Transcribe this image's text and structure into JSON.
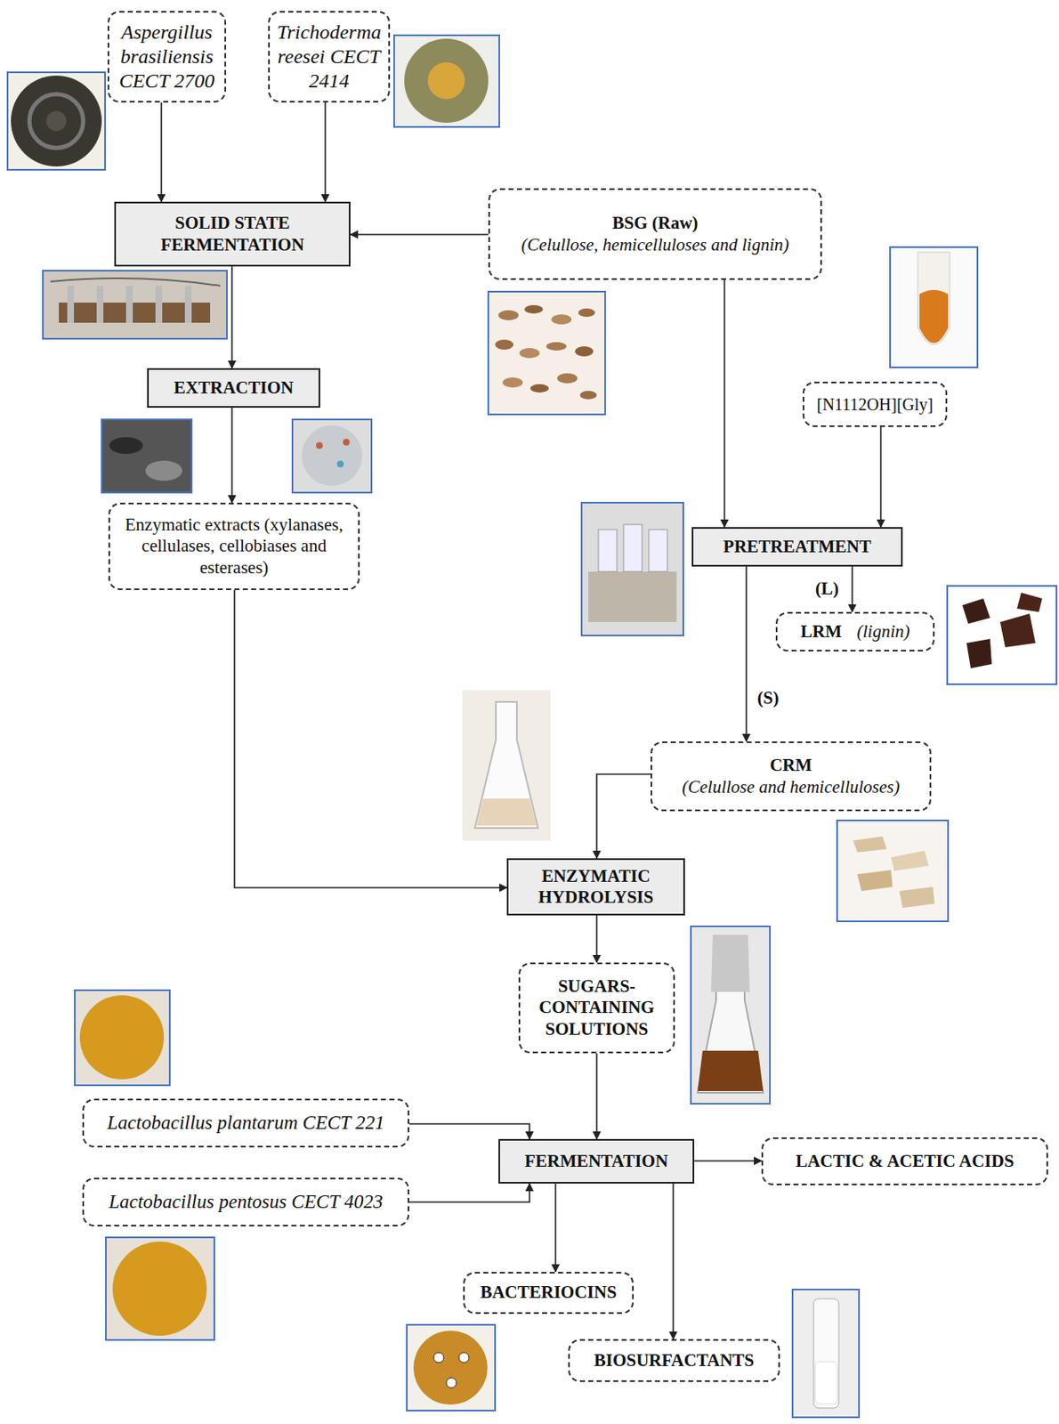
{
  "diagram": {
    "nodes": [
      {
        "text": [
          "Aspergillus brasiliensis CECT 2700"
        ]
      },
      {
        "text": [
          "Trichoderma reesei CECT 2414"
        ]
      },
      {
        "text": [
          "SOLID STATE FERMENTATION"
        ]
      },
      {
        "text": [
          "BSG (Raw)",
          "(Celullose, hemicelluloses and lignin)"
        ]
      },
      {
        "text": [
          "EXTRACTION"
        ]
      },
      {
        "text": [
          "[N1112OH][Gly]"
        ]
      },
      {
        "text": [
          "Enzymatic extracts (xylanases, cellulases, cellobiases and esterases)"
        ]
      },
      {
        "text": [
          "PRETREATMENT"
        ]
      },
      {
        "text": [
          "LRM",
          "(lignin)"
        ]
      },
      {
        "text": [
          "CRM",
          "(Celullose and hemicelluloses)"
        ]
      },
      {
        "text": [
          "ENZYMATIC HYDROLYSIS"
        ]
      },
      {
        "text": [
          "SUGARS-CONTAINING SOLUTIONS"
        ]
      },
      {
        "text": [
          "Lactobacillus plantarum CECT 221"
        ]
      },
      {
        "text": [
          "FERMENTATION"
        ]
      },
      {
        "text": [
          "LACTIC & ACETIC ACIDS"
        ]
      },
      {
        "text": [
          "Lactobacillus pentosus CECT 4023"
        ]
      },
      {
        "text": [
          "BACTERIOCINS"
        ]
      },
      {
        "text": [
          "BIOSURFACTANTS"
        ]
      }
    ],
    "edges": [
      {
        "from": 0,
        "to": 2,
        "arrow": "to"
      },
      {
        "from": 1,
        "to": 2,
        "arrow": "to"
      },
      {
        "from": 3,
        "to": 2,
        "arrow": "to"
      },
      {
        "from": 2,
        "to": 4,
        "arrow": "to"
      },
      {
        "from": 4,
        "to": 6,
        "arrow": "to"
      },
      {
        "from": 3,
        "to": 7,
        "arrow": "to"
      },
      {
        "from": 5,
        "to": 7,
        "arrow": "to"
      },
      {
        "from": 7,
        "to": 8,
        "label": "(L)",
        "arrow": "to"
      },
      {
        "from": 7,
        "to": 9,
        "label": "(S)",
        "arrow": "to"
      },
      {
        "from": 9,
        "to": 10,
        "arrow": "to"
      },
      {
        "from": 6,
        "to": 10,
        "arrow": "to"
      },
      {
        "from": 10,
        "to": 11,
        "arrow": "to"
      },
      {
        "from": 11,
        "to": 13,
        "arrow": "to"
      },
      {
        "from": 12,
        "to": 13,
        "arrow": "to"
      },
      {
        "from": 15,
        "to": 13,
        "arrow": "to"
      },
      {
        "from": 13,
        "to": 14,
        "arrow": "to"
      },
      {
        "from": 13,
        "to": 16,
        "arrow": "to"
      },
      {
        "from": 13,
        "to": 17,
        "arrow": "to"
      }
    ]
  }
}
